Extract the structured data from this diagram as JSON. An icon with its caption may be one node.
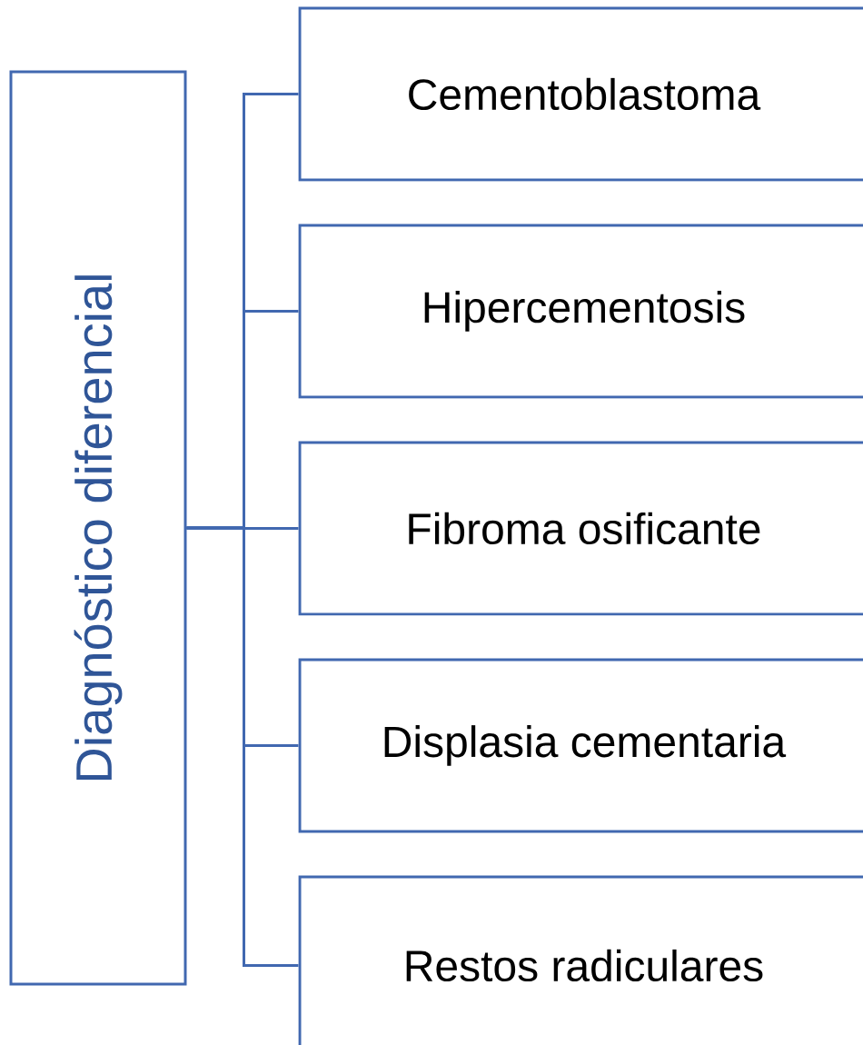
{
  "diagram": {
    "nodes": [
      {
        "text": [
          "Diagnóstico diferencial"
        ]
      },
      {
        "text": [
          "Cementoblastoma"
        ]
      },
      {
        "text": [
          "Hipercementosis"
        ]
      },
      {
        "text": [
          "Fibroma osificante"
        ]
      },
      {
        "text": [
          "Displasia cementaria"
        ]
      },
      {
        "text": [
          "Restos radiculares"
        ]
      }
    ],
    "edges": [
      {
        "from": 0,
        "to": 1,
        "arrow": "none"
      },
      {
        "from": 0,
        "to": 2,
        "arrow": "none"
      },
      {
        "from": 0,
        "to": 3,
        "arrow": "none"
      },
      {
        "from": 0,
        "to": 4,
        "arrow": "none"
      },
      {
        "from": 0,
        "to": 5,
        "arrow": "none"
      }
    ]
  }
}
